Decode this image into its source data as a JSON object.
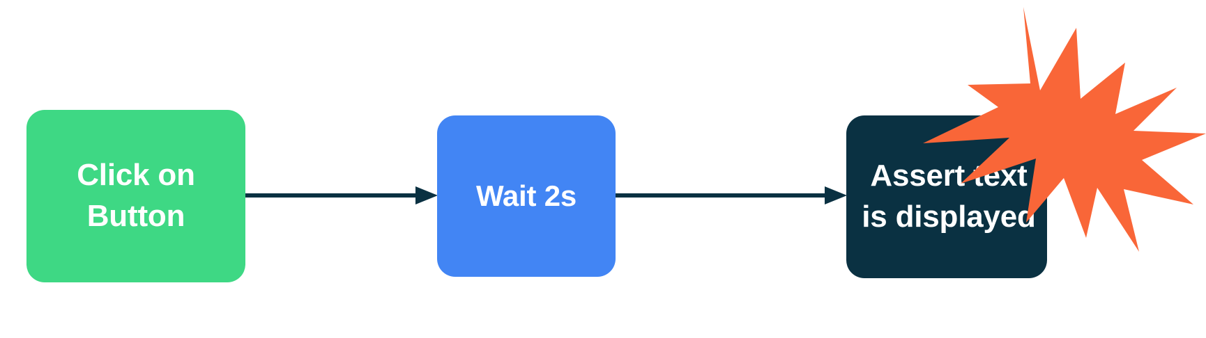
{
  "diagram": {
    "type": "flowchart",
    "orientation": "left-to-right",
    "background_color": "#FFFFFF",
    "nodes": [
      {
        "id": "click-on-button",
        "label": "Click on\nButton",
        "shape": "rounded-rectangle",
        "fill_color": "#3ED884",
        "text_color": "#FFFFFF"
      },
      {
        "id": "wait",
        "label": "Wait 2s",
        "shape": "rounded-rectangle",
        "fill_color": "#4285F4",
        "text_color": "#FFFFFF"
      },
      {
        "id": "assert",
        "label": "Assert text\nis displayed",
        "shape": "rounded-rectangle",
        "fill_color": "#0A3142",
        "text_color": "#FFFFFF"
      }
    ],
    "connectors": [
      {
        "id": "connector-1",
        "from": "click-on-button",
        "to": "wait",
        "style": "solid-arrow",
        "color": "#0A3142"
      },
      {
        "id": "connector-2",
        "from": "wait",
        "to": "assert",
        "style": "solid-arrow",
        "color": "#0A3142"
      }
    ],
    "decorations": [
      {
        "id": "starburst",
        "shape": "12-point-burst",
        "fill_color": "#F96638",
        "attached_to": "assert"
      }
    ]
  }
}
